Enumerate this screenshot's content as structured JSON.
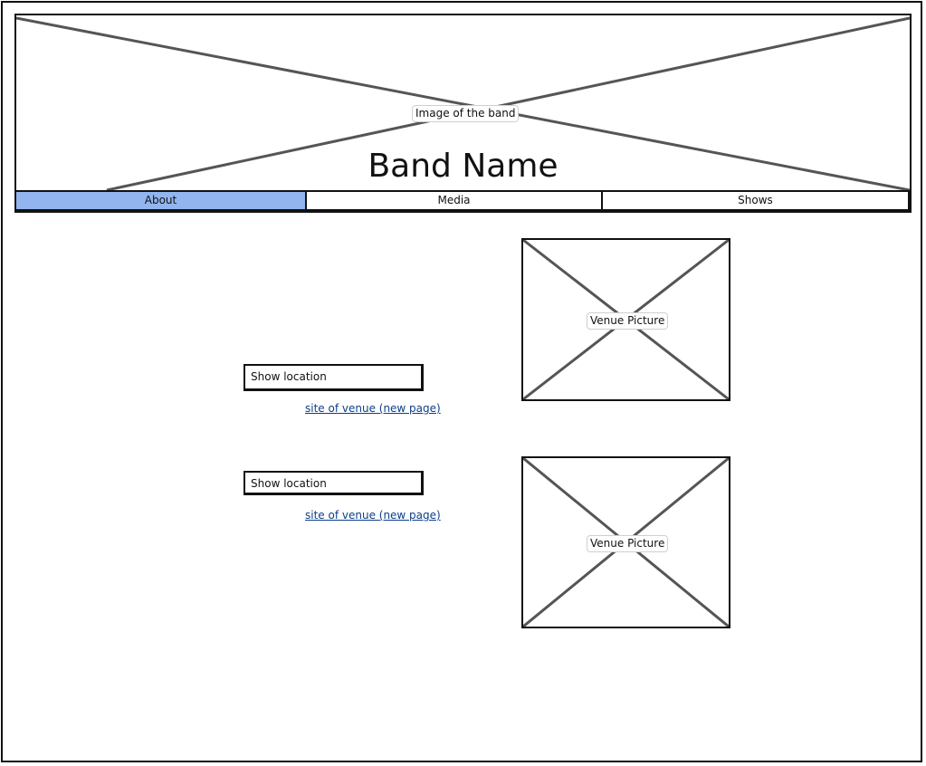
{
  "header": {
    "image_label": "Image of the band",
    "band_name": "Band Name"
  },
  "nav": {
    "tabs": [
      {
        "label": "About",
        "active": true
      },
      {
        "label": "Media",
        "active": false
      },
      {
        "label": "Shows",
        "active": false
      }
    ]
  },
  "shows": [
    {
      "location": "Show location",
      "link_text": "site of venue (new page)",
      "picture_label": "Venue Picture"
    },
    {
      "location": "Show location",
      "link_text": "site of venue (new page)",
      "picture_label": "Venue Picture"
    }
  ],
  "colors": {
    "active_tab": "#92b5ef",
    "link": "#0b3f8a",
    "placeholder_stroke": "#555555"
  }
}
